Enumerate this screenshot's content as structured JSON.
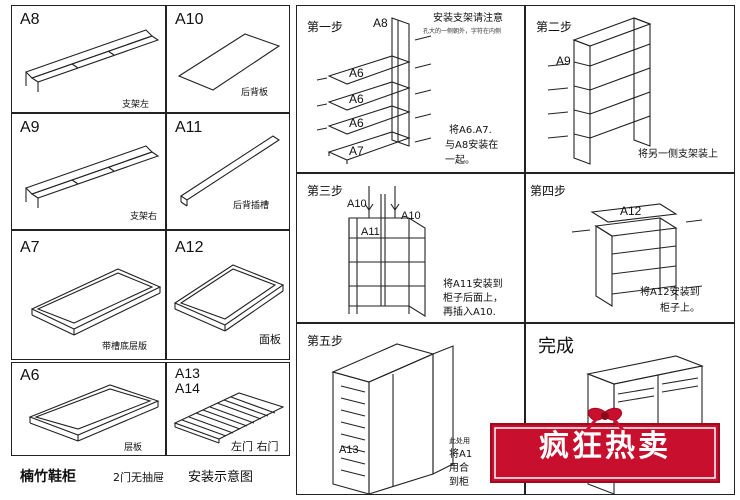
{
  "parts": {
    "a8": {
      "label": "A8",
      "caption": "支架左"
    },
    "a10": {
      "label": "A10",
      "caption": "后背板"
    },
    "a9": {
      "label": "A9",
      "caption": "支架右"
    },
    "a11": {
      "label": "A11",
      "caption": "后背插槽"
    },
    "a7": {
      "label": "A7",
      "caption": "带槽底层版"
    },
    "a12": {
      "label": "A12",
      "caption": "面板"
    },
    "a6": {
      "label": "A6",
      "caption": "层板"
    },
    "a13": {
      "label": "A13",
      "label2": "A14",
      "caption": "左门 右门"
    }
  },
  "steps": {
    "s1": {
      "title": "第一步",
      "note_title": "安装支架请注意",
      "note_sub": "孔大的一侧朝外，字符在内侧",
      "labels": [
        "A8",
        "A6",
        "A6",
        "A6",
        "A7"
      ],
      "text1": "将A6.A7.",
      "text2": "与A8安装在",
      "text3": "一起。"
    },
    "s2": {
      "title": "第二步",
      "label": "A9",
      "text": "将另一侧支架装上"
    },
    "s3": {
      "title": "第三步",
      "label_a10_left": "A10",
      "label_a10_right": "A10",
      "label_a11": "A11",
      "text1": "将A11安装到",
      "text2": "柜子后面上，",
      "text3": "再插入A10."
    },
    "s4": {
      "title": "第四步",
      "label": "A12",
      "text1": "将A12安装到",
      "text2": "柜子上。"
    },
    "s5": {
      "title": "第五步",
      "label": "A13",
      "cut1": "此处用",
      "cut2": "将A1",
      "cut3": "用合",
      "cut4": "到柜"
    },
    "done": {
      "title": "完成"
    }
  },
  "footer": {
    "title": "楠竹鞋柜",
    "subtitle": "2门无抽屉",
    "desc": "安装示意图"
  },
  "banner": {
    "text": "疯狂热卖",
    "color": "#c8102e"
  }
}
